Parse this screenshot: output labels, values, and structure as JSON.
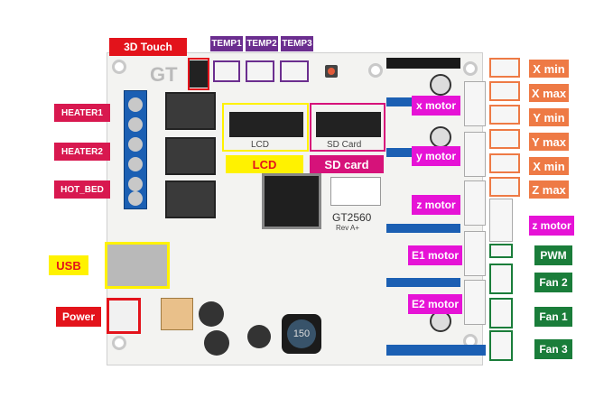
{
  "board": {
    "logo": "GT",
    "model": "GT2560",
    "rev": "Rev A+",
    "lcd_silk": "LCD",
    "sd_silk": "SD Card",
    "inductor": "150"
  },
  "labels": {
    "touch": "3D Touch",
    "temp1": "TEMP1",
    "temp2": "TEMP2",
    "temp3": "TEMP3",
    "heater1": "HEATER1",
    "heater2": "HEATER2",
    "hot_bed": "HOT_BED",
    "lcd": "LCD",
    "sd_card": "SD card",
    "usb": "USB",
    "power": "Power",
    "x_motor": "x motor",
    "y_motor": "y motor",
    "z_motor": "z motor",
    "e1_motor": "E1 motor",
    "e2_motor": "E2 motor",
    "z_motor_2": "z motor",
    "x_min": "X min",
    "x_max": "X max",
    "y_min": "Y min",
    "y_max": "Y max",
    "x_min_2": "X min",
    "z_max": "Z max",
    "pwm": "PWM",
    "fan2": "Fan 2",
    "fan1": "Fan 1",
    "fan3": "Fan 3"
  },
  "colors": {
    "red": "#e3131b",
    "purple": "#6b2e8f",
    "crimson": "#d8184f",
    "orange": "#ee7a45",
    "magenta": "#e613d6",
    "green": "#1a7d3a",
    "yellow": "#fff200",
    "pink": "#d6127a"
  }
}
